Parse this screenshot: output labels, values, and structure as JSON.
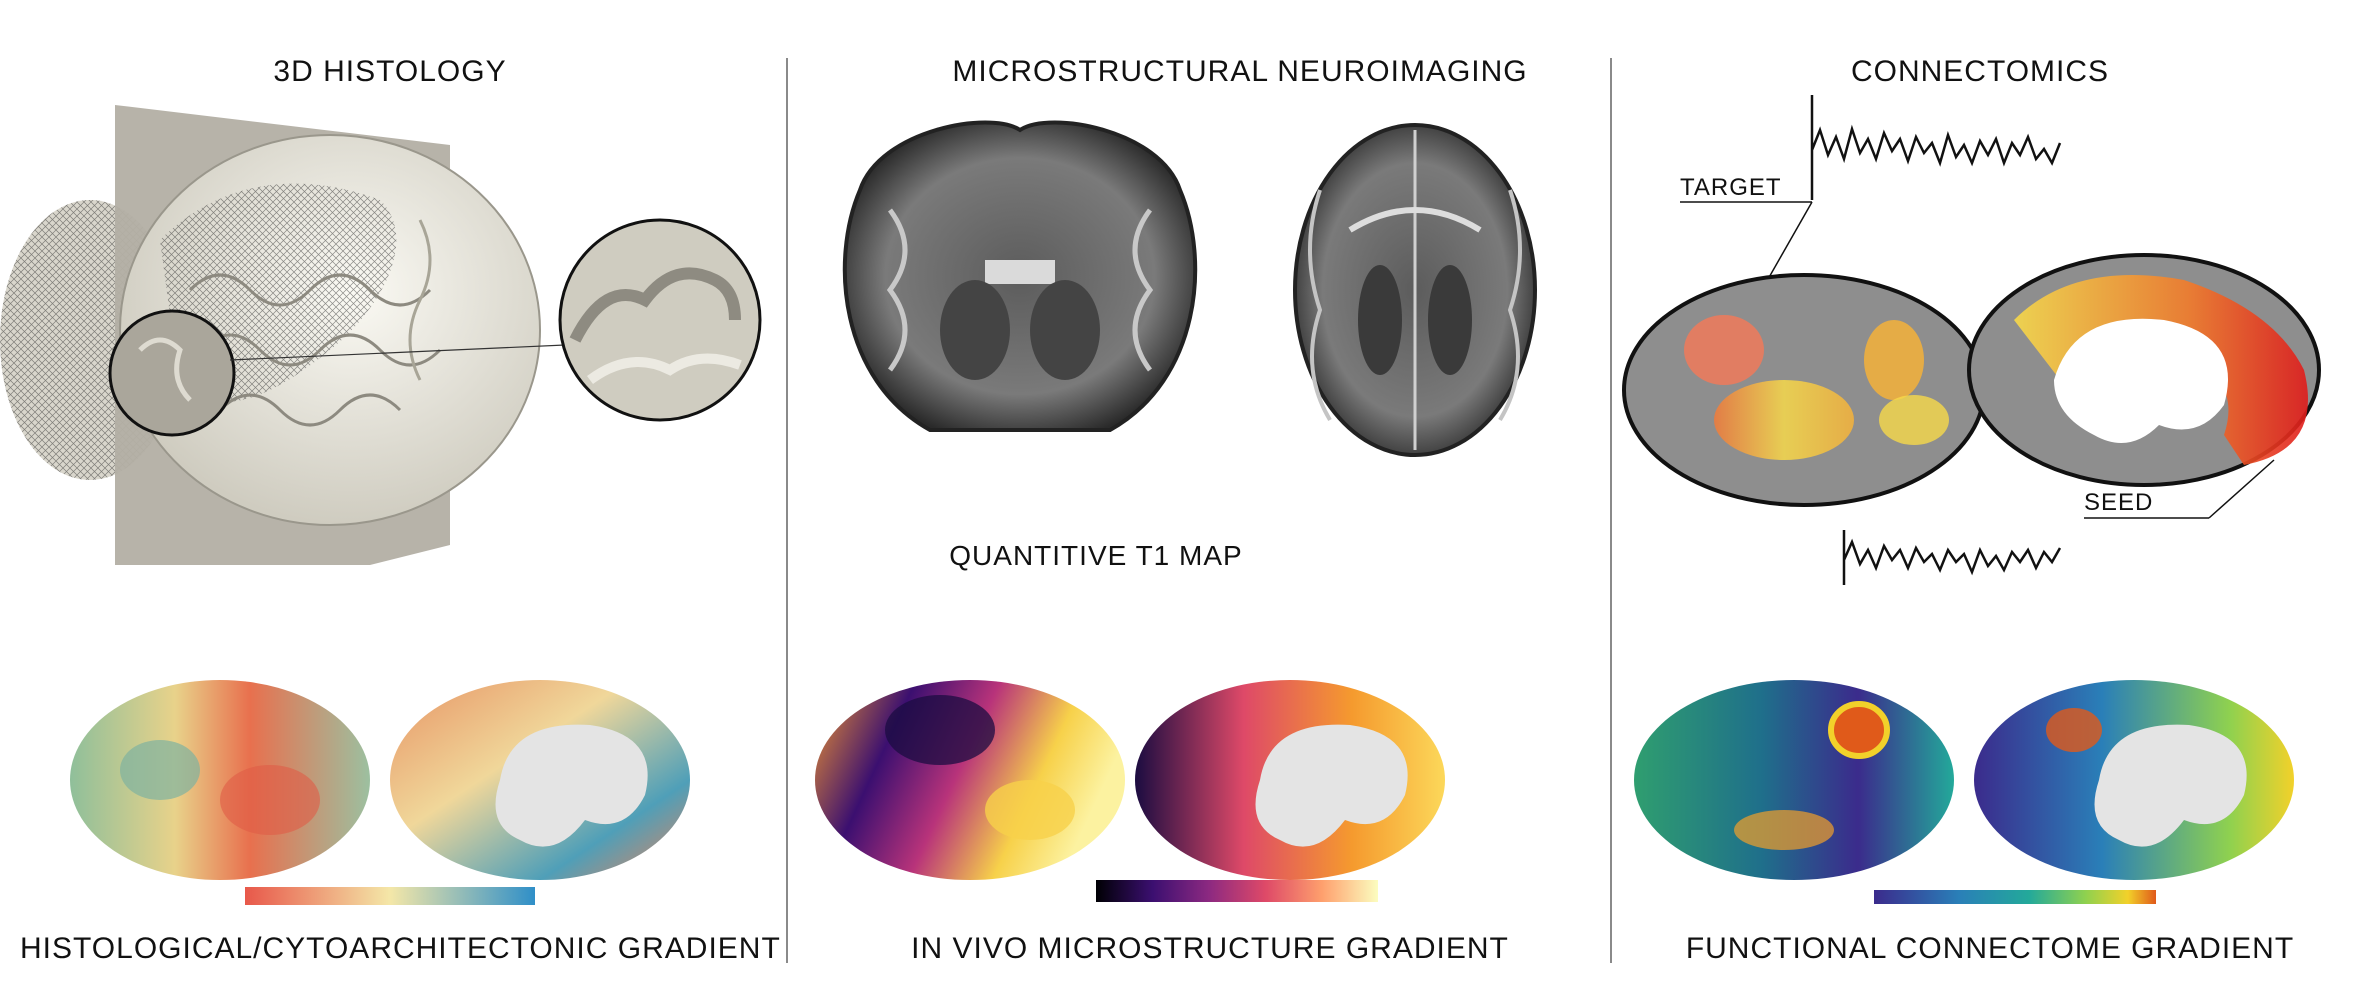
{
  "panels": [
    {
      "title": "3D HISTOLOGY",
      "caption": "HISTOLOGICAL/CYTOARCHITECTONIC GRADIENT",
      "colorbar": [
        "#e8584a",
        "#f4e7a8",
        "#2f8fc8"
      ]
    },
    {
      "title": "MICROSTRUCTURAL NEUROIMAGING",
      "sublabel": "QUANTITIVE T1 MAP",
      "caption": "IN VIVO MICROSTRUCTURE GRADIENT",
      "colorbar": [
        "#000004",
        "#3b0f70",
        "#8c2981",
        "#de4968",
        "#fe9f6d",
        "#fcfdbf"
      ]
    },
    {
      "title": "CONNECTOMICS",
      "target_label": "TARGET",
      "seed_label": "SEED",
      "caption": "FUNCTIONAL CONNECTOME GRADIENT",
      "colorbar": [
        "#3b2b8c",
        "#2a7fb8",
        "#23a99a",
        "#8fd14f",
        "#f2d12a",
        "#e05a1a"
      ]
    }
  ]
}
